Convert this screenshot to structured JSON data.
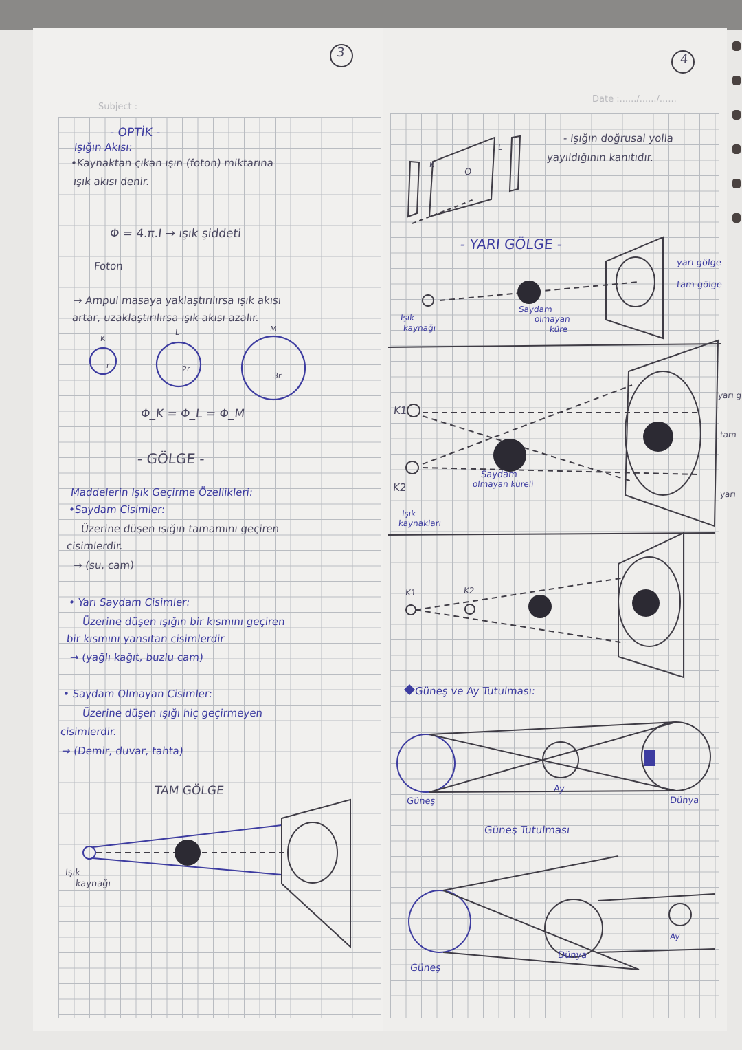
{
  "header": {
    "subject_label": "Subject :",
    "date_label": "Date :....../....../......",
    "page_left": "3",
    "page_right": "4"
  },
  "left": {
    "title": "- OPTİK -",
    "flux_heading": "Işığın Akısı:",
    "flux_def_1": "•Kaynaktan çıkan ışın (foton) miktarına",
    "flux_def_2": "ışık akısı denir.",
    "formula": "Φ = 4.π.I → ışık şiddeti",
    "foton": "Foton",
    "ampul_1": "→ Ampul masaya yaklaştırılırsa ışık akısı",
    "ampul_2": "artar, uzaklaştırılırsa ışık akısı azalır.",
    "circle_labels": [
      "K",
      "L",
      "M"
    ],
    "radius_labels": [
      "r",
      "2r",
      "3r"
    ],
    "flux_equal": "Φ_K = Φ_L = Φ_M",
    "golge_title": "- GÖLGE -",
    "props_heading": "Maddelerin Işık Geçirme Özellikleri:",
    "saydam_heading": "•Saydam Cisimler:",
    "saydam_1": "Üzerine düşen ışığın tamamını geçiren",
    "saydam_2": "cisimlerdir.",
    "saydam_ex": "→ (su, cam)",
    "yari_heading": "• Yarı Saydam Cisimler:",
    "yari_1": "Üzerine düşen ışığın bir kısmını geçiren",
    "yari_2": "bir kısmını yansıtan cisimlerdir",
    "yari_ex": "→ (yağlı kağıt, buzlu cam)",
    "opak_heading": "• Saydam Olmayan Cisimler:",
    "opak_1": "Üzerine düşen ışığı hiç geçirmeyen",
    "opak_2": "cisimlerdir.",
    "opak_ex": "→ (Demir, duvar, tahta)",
    "tam_golge_title": "TAM GÖLGE",
    "source_label_1": "Işık",
    "source_label_2": "kaynağı"
  },
  "right": {
    "straight_1": "- Işığın doğrusal yolla",
    "straight_2": "yayıldığının kanıtıdır.",
    "box_labels": [
      "K",
      "L",
      "O"
    ],
    "yari_golge_title": "- YARI GÖLGE -",
    "yari_golge_label": "yarı gölge",
    "tam_golge_label": "tam gölge",
    "source_1": "Işık",
    "source_2": "kaynağı",
    "sphere_1": "Saydam",
    "sphere_2": "olmayan",
    "sphere_3": "küre",
    "k1": "K1",
    "k2": "K2",
    "edge_labels": [
      "yarı g",
      "tam",
      "yarı"
    ],
    "sphere2_1": "Saydam",
    "sphere2_2": "olmayan küreli",
    "sources_1": "Işık",
    "sources_2": "kaynakları",
    "k1b": "K1",
    "k2b": "K2",
    "eclipse_heading": "Güneş ve Ay Tutulması:",
    "gunes": "Güneş",
    "ay": "Ay",
    "dunya": "Dünya",
    "solar_eclipse": "Güneş Tutulması",
    "gunes2": "Güneş",
    "dunya2": "Dünya",
    "ay2": "Ay"
  },
  "colors": {
    "ink_black": "#3f3c45",
    "ink_blue": "#3d3ca0",
    "grid": "#b9bcc1",
    "paper": "#f1f0ee"
  }
}
